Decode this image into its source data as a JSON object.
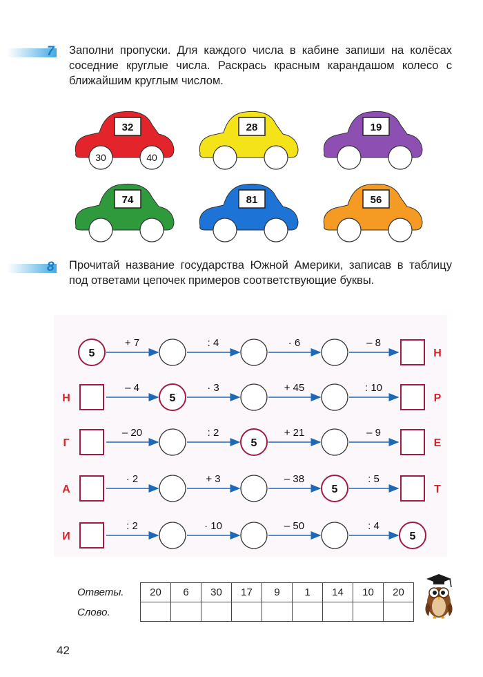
{
  "task7": {
    "number": "7",
    "text": "Заполни пропуски. Для каждого числа в кабине запиши на колёсах соседние круглые числа. Раскрась красным карандашом колесо с ближайшим круглым числом."
  },
  "cars": [
    {
      "cab": "32",
      "wheel_left": "30",
      "wheel_right": "40",
      "color": "#e3242b"
    },
    {
      "cab": "28",
      "wheel_left": "",
      "wheel_right": "",
      "color": "#f5e31a"
    },
    {
      "cab": "19",
      "wheel_left": "",
      "wheel_right": "",
      "color": "#8e4fb3"
    },
    {
      "cab": "74",
      "wheel_left": "",
      "wheel_right": "",
      "color": "#2f9a3c"
    },
    {
      "cab": "81",
      "wheel_left": "",
      "wheel_right": "",
      "color": "#1e74d6"
    },
    {
      "cab": "56",
      "wheel_left": "",
      "wheel_right": "",
      "color": "#f59a22"
    }
  ],
  "task8": {
    "number": "8",
    "text": "Прочитай название государства Южной Америки, записав в таблицу под ответами цепочек примеров соответствующие буквы."
  },
  "chains": [
    {
      "start_letter": "",
      "start_value": "5",
      "ops": [
        "+ 7",
        ": 4",
        "· 6",
        "– 8"
      ],
      "filled": 0,
      "end_letter": "Н"
    },
    {
      "start_letter": "Н",
      "start_value": "5",
      "ops": [
        "– 4",
        "· 3",
        "+ 45",
        ": 10"
      ],
      "filled": 1,
      "end_letter": "Р"
    },
    {
      "start_letter": "Г",
      "start_value": "5",
      "ops": [
        "– 20",
        ": 2",
        "+ 21",
        "– 9"
      ],
      "filled": 2,
      "end_letter": "Е"
    },
    {
      "start_letter": "А",
      "start_value": "5",
      "ops": [
        "· 2",
        "+ 3",
        "– 38",
        ": 5"
      ],
      "filled": 3,
      "end_letter": "Т"
    },
    {
      "start_letter": "И",
      "start_value": "5",
      "ops": [
        ": 2",
        "· 10",
        "– 50",
        ": 4"
      ],
      "filled": 4,
      "end_letter": ""
    }
  ],
  "answers": {
    "label_answers": "Ответы.",
    "label_word": "Слово.",
    "values": [
      "20",
      "6",
      "30",
      "17",
      "9",
      "1",
      "14",
      "10",
      "20"
    ]
  },
  "page_number": "42",
  "colors": {
    "accent_blue": "#1b7bbf",
    "frame_red": "#a01c43",
    "arrow_blue": "#1e68b8",
    "letter_red": "#d0262b"
  }
}
